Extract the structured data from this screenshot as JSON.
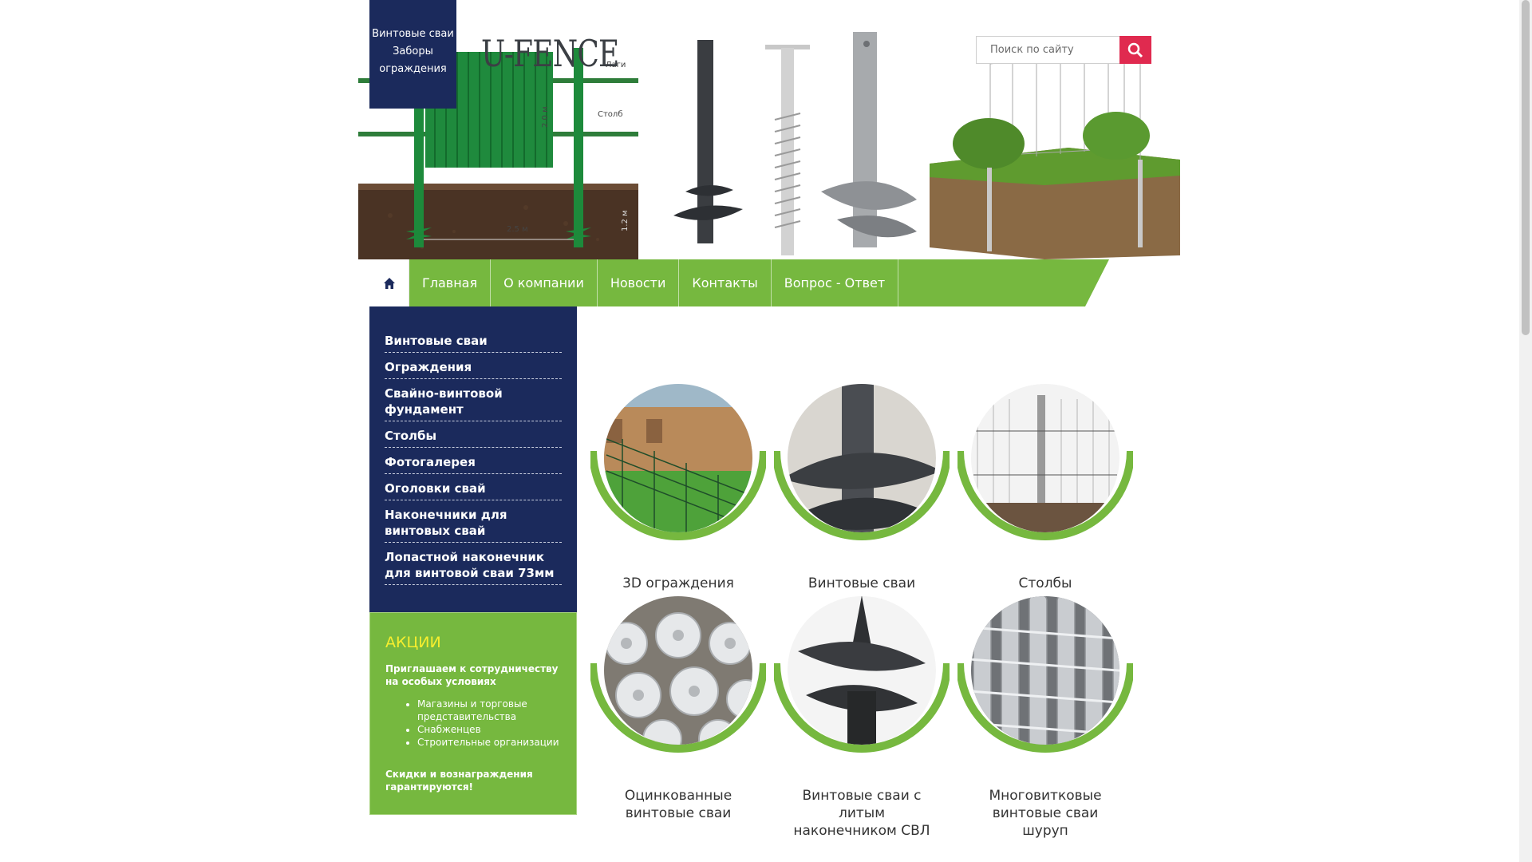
{
  "brand": {
    "lines": [
      "Винтовые сваи",
      "Заборы",
      "ограждения"
    ],
    "logo": "U-FENCE"
  },
  "header_art": {
    "diagram_labels": [
      "Лаги",
      "Столб",
      "2.0 м",
      "2.5 м",
      "1.2 м"
    ]
  },
  "search": {
    "placeholder": "Поиск по сайту",
    "icon": "search-icon",
    "button_color": "#e02a4f"
  },
  "nav": {
    "home_icon": "home-icon",
    "items": [
      {
        "label": "Главная"
      },
      {
        "label": "О компании"
      },
      {
        "label": "Новости"
      },
      {
        "label": "Контакты"
      },
      {
        "label": "Вопрос - Ответ"
      }
    ],
    "color": "#76b83f"
  },
  "sidebar": {
    "catalog": [
      "Винтовые сваи",
      "Ограждения",
      "Свайно-винтовой фундамент",
      "Столбы",
      "Фотогалерея",
      "Оголовки свай",
      "Наконечники для винтовых свай",
      "Лопастной наконечник для винтовой сваи 73мм"
    ],
    "promo": {
      "title": "АКЦИИ",
      "intro": "Приглашаем к сотрудничеству на особых условиях",
      "list": [
        "Магазины и торговые представительства",
        "Снабженцев",
        "Строительные организации"
      ],
      "footer": "Скидки и вознаграждения гарантируются!"
    }
  },
  "products": [
    {
      "label": "3D ограждения",
      "image": "fence-photo"
    },
    {
      "label": "Винтовые сваи",
      "image": "screw-pile-photo"
    },
    {
      "label": "Столбы",
      "image": "posts-diagram"
    },
    {
      "label": "Оцинкованные винтовые сваи",
      "image": "galvanized-piles-photo"
    },
    {
      "label": "Винтовые сваи с литым наконечником СВЛ",
      "image": "cast-tip-pile-photo"
    },
    {
      "label": "Многовитковые винтовые сваи шуруп",
      "image": "multi-turn-piles-photo"
    }
  ],
  "colors": {
    "navy": "#1b2a5c",
    "green": "#76b83f",
    "accent_yellow": "#f6ee2e",
    "accent_red": "#e02a4f"
  }
}
